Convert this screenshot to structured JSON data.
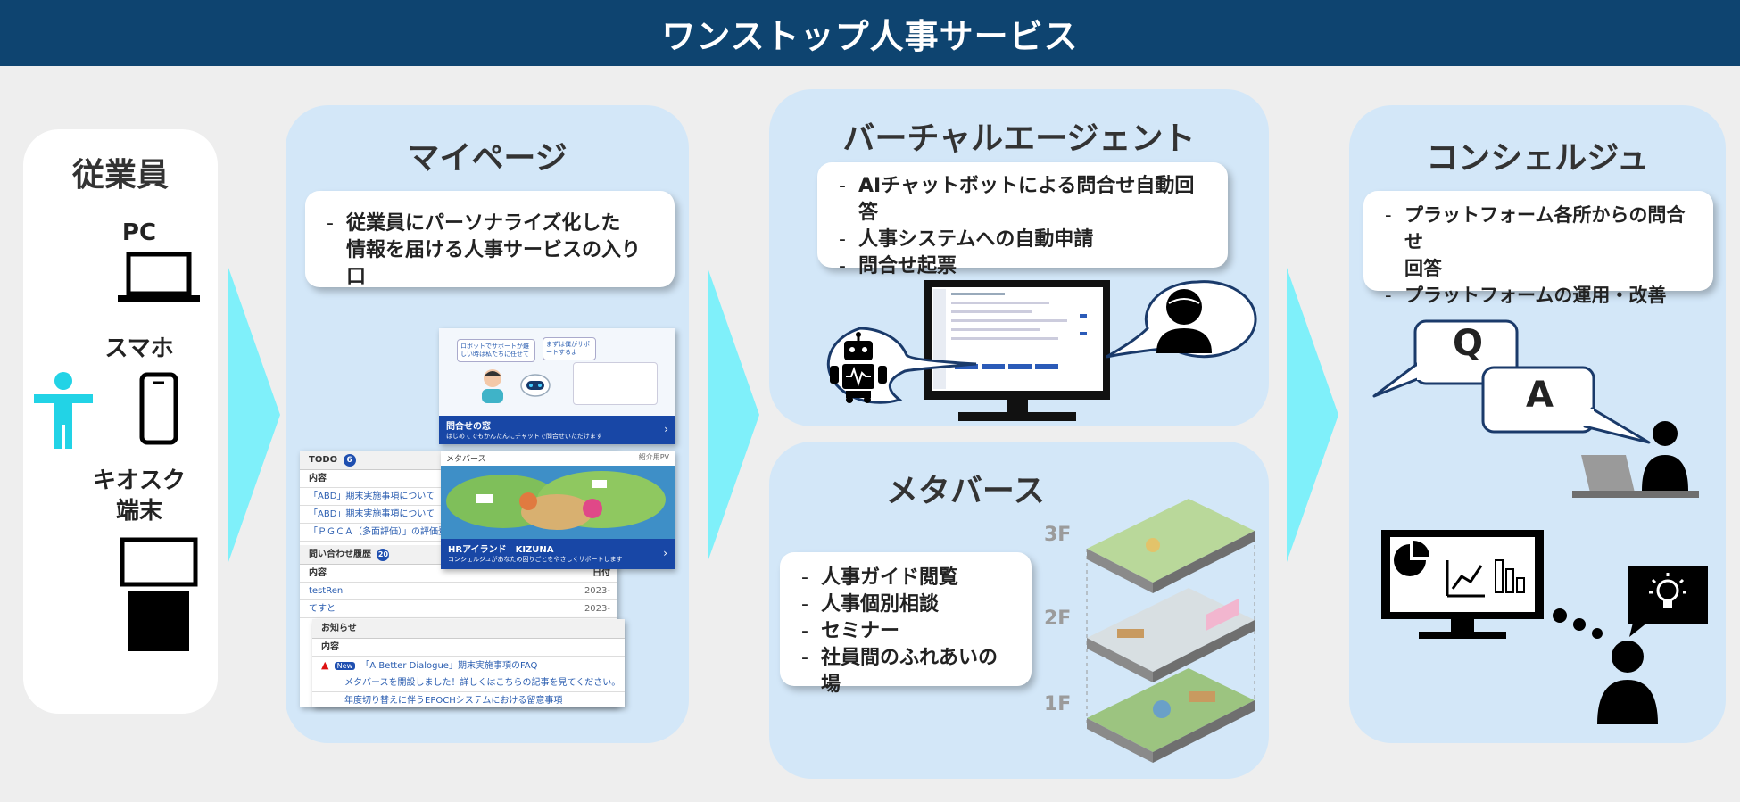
{
  "header": {
    "title": "ワンストップ人事サービス"
  },
  "employee": {
    "title": "従業員",
    "devices": [
      "PC",
      "スマホ",
      "キオスク",
      "端末"
    ]
  },
  "mypage": {
    "title": "マイページ",
    "desc_line1": "従業員にパーソナライズ化した",
    "desc_line2": "情報を届ける人事サービスの入り口",
    "chat_bubble1": "ロボットでサポートが難しい時は私たちに任せて",
    "chat_bubble2": "まずは僕がサポートするよ",
    "inquiry_title": "問合せの窓",
    "inquiry_sub": "はじめてでもかんたんにチャットで問合せいただけます",
    "metaverse_label": "メタバース",
    "metaverse_tag": "紹介用PV",
    "hr_island_title": "HRアイランド　KIZUNA",
    "hr_island_sub": "コンシェルジュがあなたの困りごとをやさしくサポートします",
    "todo_label": "TODO",
    "todo_count": "6",
    "todo_col": "内容",
    "todo_items": [
      "「ABD」期末実施事項について",
      "「ABD」期末実施事項について",
      "「ＰＧＣＡ（多面評価）」の評価登録"
    ],
    "history_label": "問い合わせ履歴",
    "history_count": "20",
    "history_col": "内容",
    "history_date_col": "日付",
    "history_items": [
      "testRen",
      "てすと"
    ],
    "history_dates": [
      "2023-",
      "2023-"
    ],
    "notice_label": "お知らせ",
    "notice_col": "内容",
    "notice_new": "New",
    "notice_items": [
      "「A Better Dialogue」期末実施事項のFAQ",
      "メタバースを開設しました！詳しくはこちらの記事を見てください。",
      "年度切り替えに伴うEPOCHシステムにおける留意事項"
    ]
  },
  "virtual_agent": {
    "title": "バーチャルエージェント",
    "items": [
      "AIチャットボットによる問合せ自動回答",
      "人事システムへの自動申請",
      "問合せ起票"
    ]
  },
  "metaverse": {
    "title": "メタバース",
    "items": [
      "人事ガイド閲覧",
      "人事個別相談",
      "セミナー",
      "社員間のふれあいの場"
    ],
    "floors": [
      "3F",
      "2F",
      "1F"
    ]
  },
  "concierge": {
    "title": "コンシェルジュ",
    "item1_line1": "プラットフォーム各所からの問合せ",
    "item1_line2": "回答",
    "item2": "プラットフォームの運用・改善",
    "q_label": "Q",
    "a_label": "A"
  },
  "colors": {
    "header_bg": "#0e4470",
    "panel_bg": "#d3e7f8",
    "arrow": "#7ff0fa",
    "person_icon": "#22d3e6"
  }
}
